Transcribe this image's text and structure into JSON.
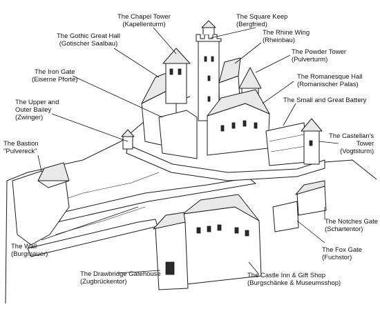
{
  "labels": {
    "chapel_tower": {
      "name": "The Chapel Tower",
      "sub": "(Kapellenturm)"
    },
    "square_keep": {
      "name": "The Square Keep",
      "sub": "(Bergfried)"
    },
    "gothic_hall": {
      "name": "The Gothic Great Hall",
      "sub": "(Gotischer Saalbau)"
    },
    "rhine_wing": {
      "name": "The Rhine Wing",
      "sub": "(Rheinbau)"
    },
    "iron_gate": {
      "name": "The Iron Gate",
      "sub": "(Eiserne Pforte)"
    },
    "powder_tower": {
      "name": "The Powder Tower",
      "sub": "(Pulverturm)"
    },
    "romanesque_hall": {
      "name": "The Romanesque Hall",
      "sub": "(Romanischer Palas)"
    },
    "upper_bailey": {
      "name": "The Upper and",
      "name2": "Outer Bailey",
      "sub": "(Zwinger)"
    },
    "battery": {
      "name": "The Small and Great Battery"
    },
    "castellan_tower": {
      "name": "The Castellan's",
      "name2": "Tower",
      "sub": "(Vogtsturm)"
    },
    "bastion": {
      "name": "The Bastion",
      "sub": "\"Pulvereck\""
    },
    "notches_gate": {
      "name": "The Notches Gate",
      "sub": "(Schartentor)"
    },
    "wall": {
      "name": "The Wall",
      "sub": "(Burgmauer)"
    },
    "fox_gate": {
      "name": "The Fox Gate",
      "sub": "(Fuchstor)"
    },
    "drawbridge": {
      "name": "The Drawbridge Gatehouse",
      "sub": "(Zugbrückentor)"
    },
    "castle_inn": {
      "name": "The Castle Inn & Gift Shop",
      "sub": "(Burgschänke & Museumsshop)"
    }
  }
}
